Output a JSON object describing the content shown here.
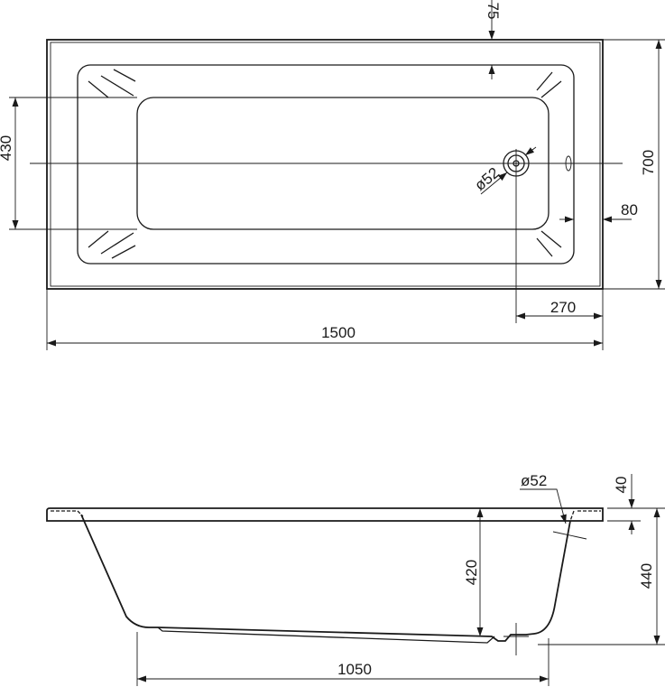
{
  "top_view": {
    "dim_length": "1500",
    "dim_width": "700",
    "dim_inner_width": "430",
    "dim_rim_top": "75",
    "dim_rim_side": "80",
    "dim_drain_offset": "270",
    "dim_drain_diameter": "ø52"
  },
  "side_view": {
    "dim_bottom_length": "1050",
    "dim_total_height": "440",
    "dim_inner_depth": "420",
    "dim_rim_thickness": "40",
    "dim_overflow_diameter": "ø52"
  }
}
